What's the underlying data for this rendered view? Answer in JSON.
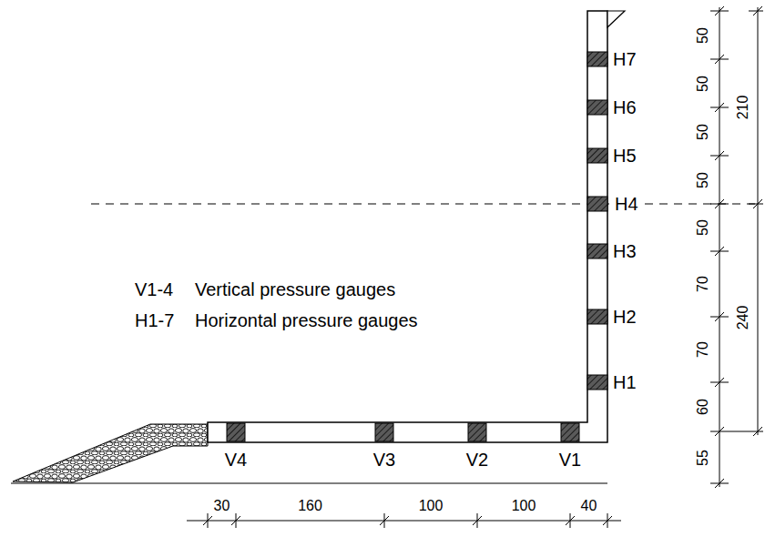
{
  "diagram": {
    "labels": [
      "H7",
      "H6",
      "H5",
      "H4",
      "H3",
      "H2",
      "H1",
      "V1-4",
      "Vertical pressure gauges",
      "H1-7",
      "Horizontal pressure gauges",
      "V4",
      "V3",
      "V2",
      "V1",
      "50",
      "50",
      "50",
      "50",
      "50",
      "70",
      "70",
      "60",
      "55",
      "210",
      "240",
      "30",
      "160",
      "100",
      "100",
      "40"
    ]
  }
}
